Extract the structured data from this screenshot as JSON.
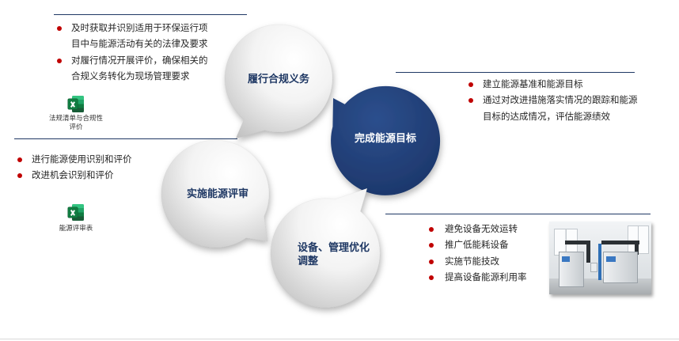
{
  "colors": {
    "rule_line": "#1f3864",
    "bullet": "#c00000",
    "bubble_label": "#1f3864",
    "bubble_active_fill": "#1a3366",
    "bubble_active_label": "#ffffff"
  },
  "bubbles": {
    "compliance": {
      "label": "履行合规义务"
    },
    "energy_target": {
      "label": "完成能源目标"
    },
    "energy_review": {
      "label": "实施能源评审"
    },
    "optimization": {
      "label_lines": [
        "设备、管理优化",
        "调整"
      ]
    }
  },
  "sections": {
    "compliance": {
      "items": [
        {
          "lines": [
            "及时获取并识别适用于环保运行项",
            "目中与能源活动有关的法律及要求"
          ]
        },
        {
          "lines": [
            "对履行情况开展评价，确保相关的",
            "合规义务转化为现场管理要求"
          ]
        }
      ],
      "attachment": {
        "icon": "excel-icon",
        "caption_lines": [
          "法规清单与合规性",
          "评价"
        ]
      }
    },
    "energy_target": {
      "items": [
        {
          "lines": [
            "建立能源基准和能源目标"
          ]
        },
        {
          "lines": [
            "通过对改进措施落实情况的跟踪和能源",
            "目标的达成情况，评估能源绩效"
          ]
        }
      ]
    },
    "energy_review": {
      "items": [
        {
          "lines": [
            "进行能源使用识别和评价"
          ]
        },
        {
          "lines": [
            "改进机会识别和评价"
          ]
        }
      ],
      "attachment": {
        "icon": "excel-icon",
        "caption_lines": [
          "能源评审表"
        ]
      }
    },
    "optimization": {
      "items": [
        {
          "lines": [
            "避免设备无效运转"
          ]
        },
        {
          "lines": [
            "推广低能耗设备"
          ]
        },
        {
          "lines": [
            "实施节能技改"
          ]
        },
        {
          "lines": [
            "提高设备能源利用率"
          ]
        }
      ]
    }
  }
}
